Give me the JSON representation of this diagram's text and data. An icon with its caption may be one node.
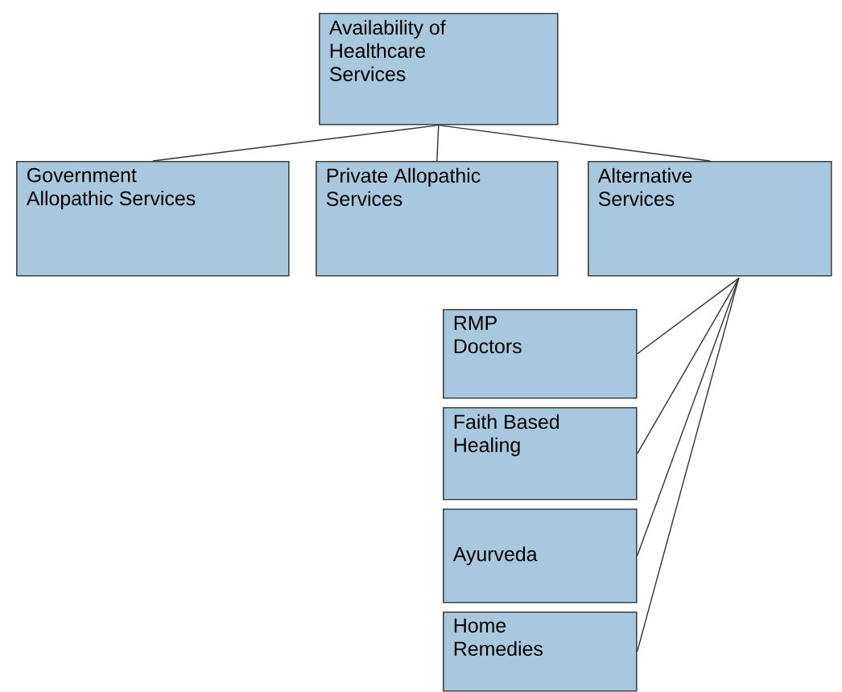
{
  "diagram": {
    "nodes": [
      {
        "text": [
          "Availability of Healthcare Services"
        ]
      },
      {
        "text": [
          "Government Allopathic Services"
        ]
      },
      {
        "text": [
          "Private Allopathic Services"
        ]
      },
      {
        "text": [
          "Alternative Services"
        ]
      },
      {
        "text": [
          "RMP Doctors"
        ]
      },
      {
        "text": [
          "Faith Based Healing"
        ]
      },
      {
        "text": [
          "Ayurveda"
        ]
      },
      {
        "text": [
          "Home Remedies"
        ]
      }
    ],
    "edges": [
      {
        "from": 0,
        "to": 1,
        "arrow": "none"
      },
      {
        "from": 0,
        "to": 2,
        "arrow": "none"
      },
      {
        "from": 0,
        "to": 3,
        "arrow": "none"
      },
      {
        "from": 3,
        "to": 4,
        "arrow": "none"
      },
      {
        "from": 3,
        "to": 5,
        "arrow": "none"
      },
      {
        "from": 3,
        "to": 6,
        "arrow": "none"
      },
      {
        "from": 3,
        "to": 7,
        "arrow": "none"
      }
    ]
  }
}
